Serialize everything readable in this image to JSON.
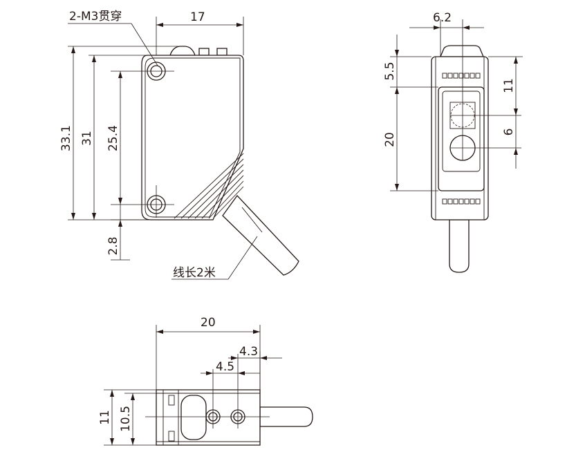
{
  "annotations": {
    "through_hole": "2-M3贯穿",
    "cable_length": "线长2米"
  },
  "dimensions": {
    "side_width": "17",
    "side_height_total": "33.1",
    "side_height_body": "31",
    "side_hole_spacing": "25.4",
    "side_bottom_offset": "2.8",
    "front_width": "6.2",
    "front_top_offset": "5.5",
    "front_window_height": "20",
    "front_upper_to_axis": "11",
    "front_lens_spacing": "6",
    "bottom_length": "20",
    "bottom_offset_43": "4.3",
    "bottom_offset_45": "4.5",
    "bottom_height_total": "11",
    "bottom_height_inner": "10.5"
  },
  "colors": {
    "line": "#231815",
    "background": "#ffffff"
  }
}
